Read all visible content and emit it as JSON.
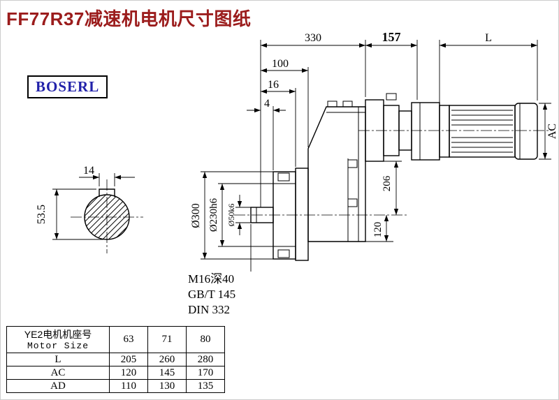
{
  "page": {
    "title": "FF77R37减速机电机尺寸图纸",
    "logo_text": "BOSERL"
  },
  "colors": {
    "title_text": "#9b1c1c",
    "logo_text": "#2222aa",
    "line": "#000000",
    "background": "#ffffff"
  },
  "drawing": {
    "dims": {
      "top_330": "330",
      "top_157": "157",
      "top_L": "L",
      "left_100": "100",
      "left_16": "16",
      "left_4": "4",
      "right_AC": "AC",
      "mid_206": "206",
      "mid_120": "120",
      "flange_d300": "Ø300",
      "flange_d230": "Ø230h6",
      "shaft_d50": "Ø50k6",
      "key_width": "14",
      "key_height": "53.5"
    },
    "notes": {
      "tap": "M16深40",
      "std1": "GB/T 145",
      "std2": "DIN 332"
    }
  },
  "table": {
    "header": {
      "label_line1": "YE2电机机座号",
      "label_line2": "Motor Size",
      "c1": "63",
      "c2": "71",
      "c3": "80"
    },
    "rows": [
      {
        "label": "L",
        "c1": "205",
        "c2": "260",
        "c3": "280"
      },
      {
        "label": "AC",
        "c1": "120",
        "c2": "145",
        "c3": "170"
      },
      {
        "label": "AD",
        "c1": "110",
        "c2": "130",
        "c3": "135"
      }
    ]
  }
}
